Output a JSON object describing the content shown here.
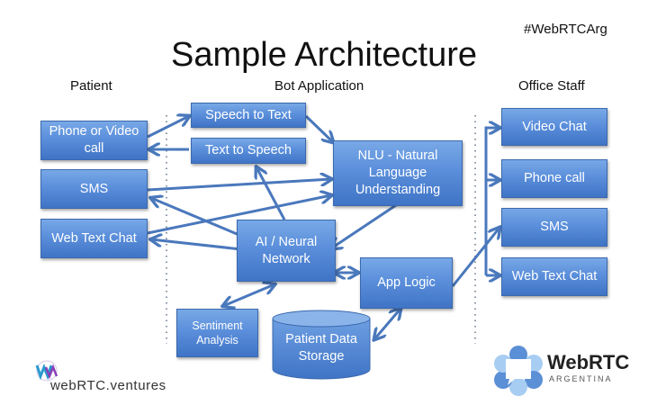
{
  "hashtag": "#WebRTCArg",
  "title": "Sample Architecture",
  "columns": {
    "patient": "Patient",
    "bot": "Bot Application",
    "staff": "Office Staff"
  },
  "patient_nodes": {
    "phone_video": "Phone or Video call",
    "sms": "SMS",
    "web_text_chat": "Web Text Chat"
  },
  "bot_nodes": {
    "speech_to_text": "Speech to Text",
    "text_to_speech": "Text to Speech",
    "nlu": "NLU - Natural Language Understanding",
    "ai": "AI / Neural Network",
    "app_logic": "App Logic",
    "sentiment": "Sentiment Analysis",
    "storage": "Patient Data Storage"
  },
  "staff_nodes": {
    "video_chat": "Video Chat",
    "phone_call": "Phone call",
    "sms": "SMS",
    "web_text_chat": "Web Text Chat"
  },
  "logos": {
    "left": "webRTC.ventures",
    "right_main": "WebRTC",
    "right_sub": "ARGENTINA"
  },
  "colors": {
    "box_fill": "#5b8fdb",
    "box_border": "#3b69ad",
    "arrow": "#4a78bc",
    "separator": "#8a95a5"
  }
}
